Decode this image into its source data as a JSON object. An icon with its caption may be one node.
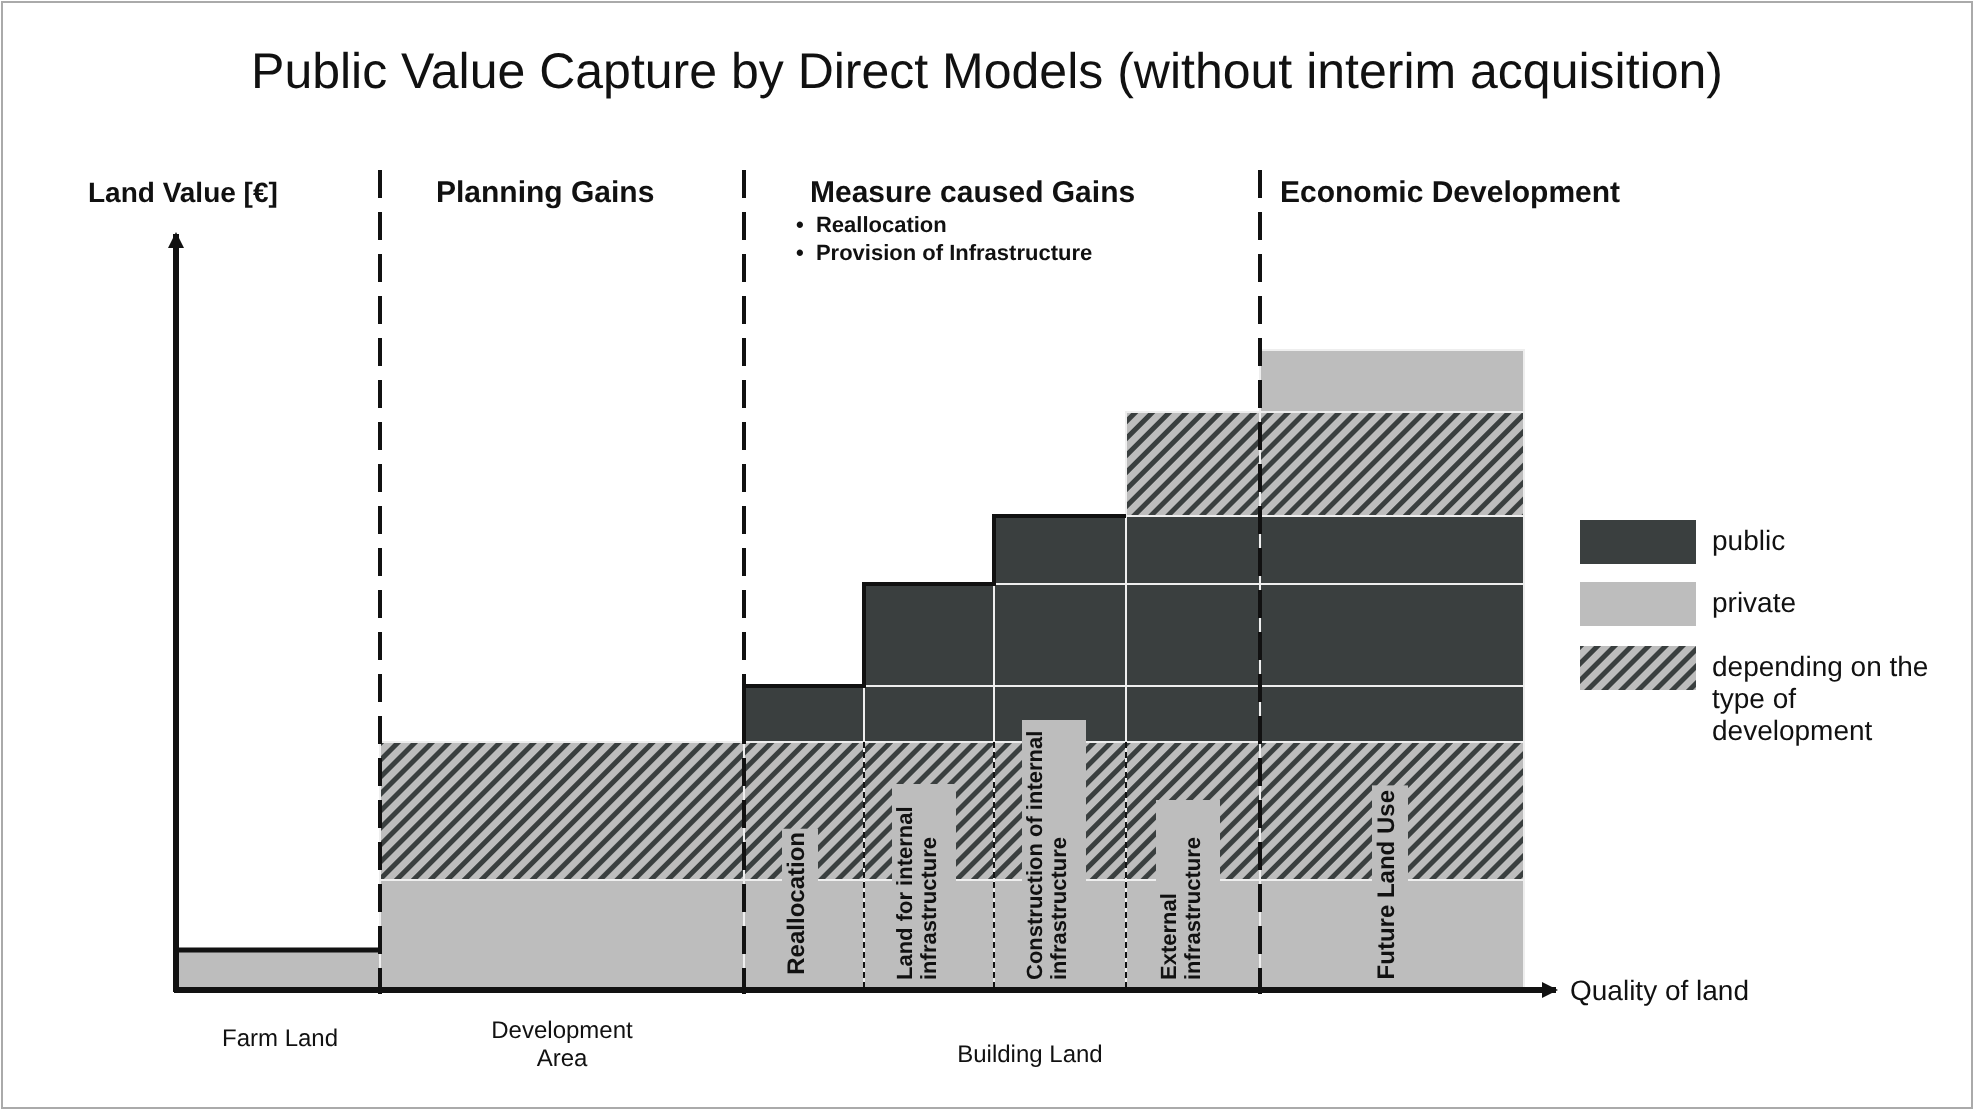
{
  "diagram": {
    "title": "Public Value Capture by Direct Models (without interim acquisition)",
    "labels": [
      "Land Value [€]",
      "Planning Gains",
      "Measure caused Gains",
      "•  Reallocation",
      "•  Provision of Infrastructure",
      "Economic Development",
      "Reallocation",
      "Land for internal infrastructure",
      "Construction of internal infrastructure",
      "External infrastructure",
      "Future Land Use",
      "Quality of land",
      "Farm Land",
      "Development Area",
      "Building Land"
    ],
    "legend": [
      {
        "text": "public",
        "color": "#3a3f3f"
      },
      {
        "text": "private",
        "color": "#bdbdbd"
      },
      {
        "text": "depending on the type of development"
      }
    ]
  }
}
